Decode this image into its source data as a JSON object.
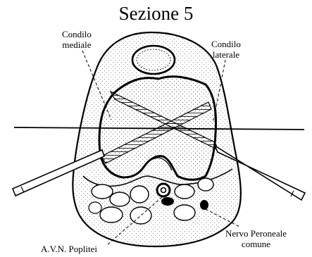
{
  "figure": {
    "title": "Sezione 5",
    "labels": {
      "condilo_mediale": [
        "Condilo",
        "mediale"
      ],
      "condilo_laterale": [
        "Condilo",
        "laterale"
      ],
      "nervo_peroneale": [
        "Nervo Peroneale",
        "comune"
      ],
      "avn_poplitei": "A.V.N. Poplitei"
    },
    "colors": {
      "ink": "#000000",
      "background": "#ffffff"
    }
  }
}
